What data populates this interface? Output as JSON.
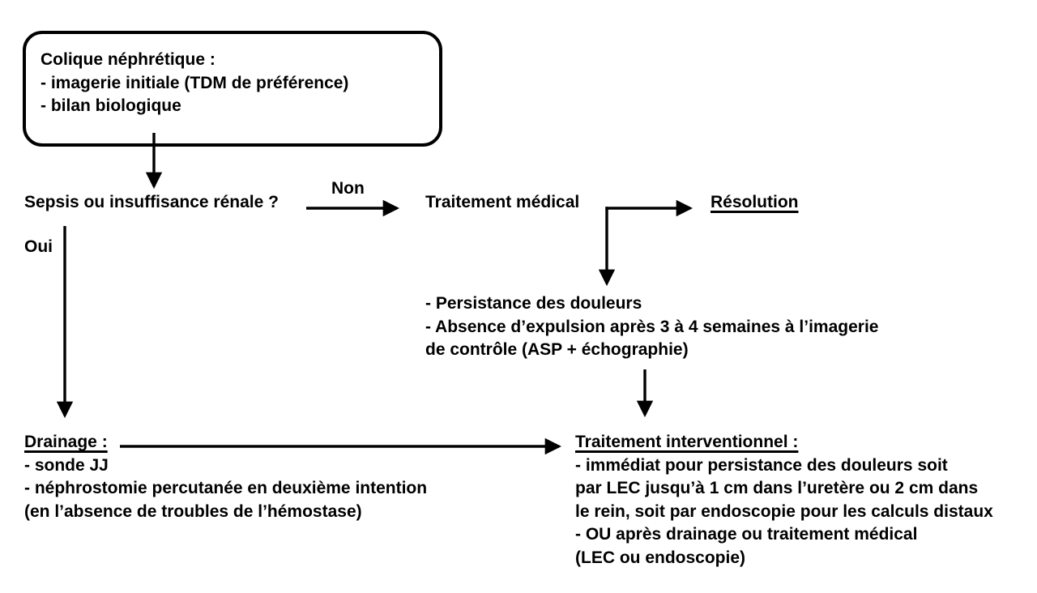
{
  "colors": {
    "background": "#ffffff",
    "text": "#000000",
    "lines": "#000000"
  },
  "flowchart": {
    "start_box": {
      "title": "Colique néphrétique :",
      "items": [
        "- imagerie initiale (TDM de préférence)",
        "- bilan biologique"
      ]
    },
    "question": {
      "text": "Sepsis ou insuffisance rénale ?",
      "no_label": "Non",
      "yes_label": "Oui"
    },
    "medical_treatment": {
      "label": "Traitement médical"
    },
    "resolution": {
      "label": "Résolution"
    },
    "persistence": {
      "lines": [
        "- Persistance des douleurs",
        "- Absence d’expulsion après 3 à 4 semaines à l’imagerie",
        "de contrôle (ASP + échographie)"
      ]
    },
    "drainage": {
      "title": "Drainage :",
      "lines": [
        "- sonde JJ",
        "- néphrostomie percutanée en deuxième intention",
        "(en l’absence de troubles de l’hémostase)"
      ]
    },
    "interventional": {
      "title": "Traitement interventionnel :",
      "lines": [
        "- immédiat pour persistance des douleurs soit",
        "par LEC jusqu’à 1 cm dans l’uretère ou 2 cm dans",
        "le rein, soit par endoscopie pour les calculs distaux",
        "- OU après drainage ou traitement médical",
        "(LEC ou endoscopie)"
      ]
    }
  }
}
